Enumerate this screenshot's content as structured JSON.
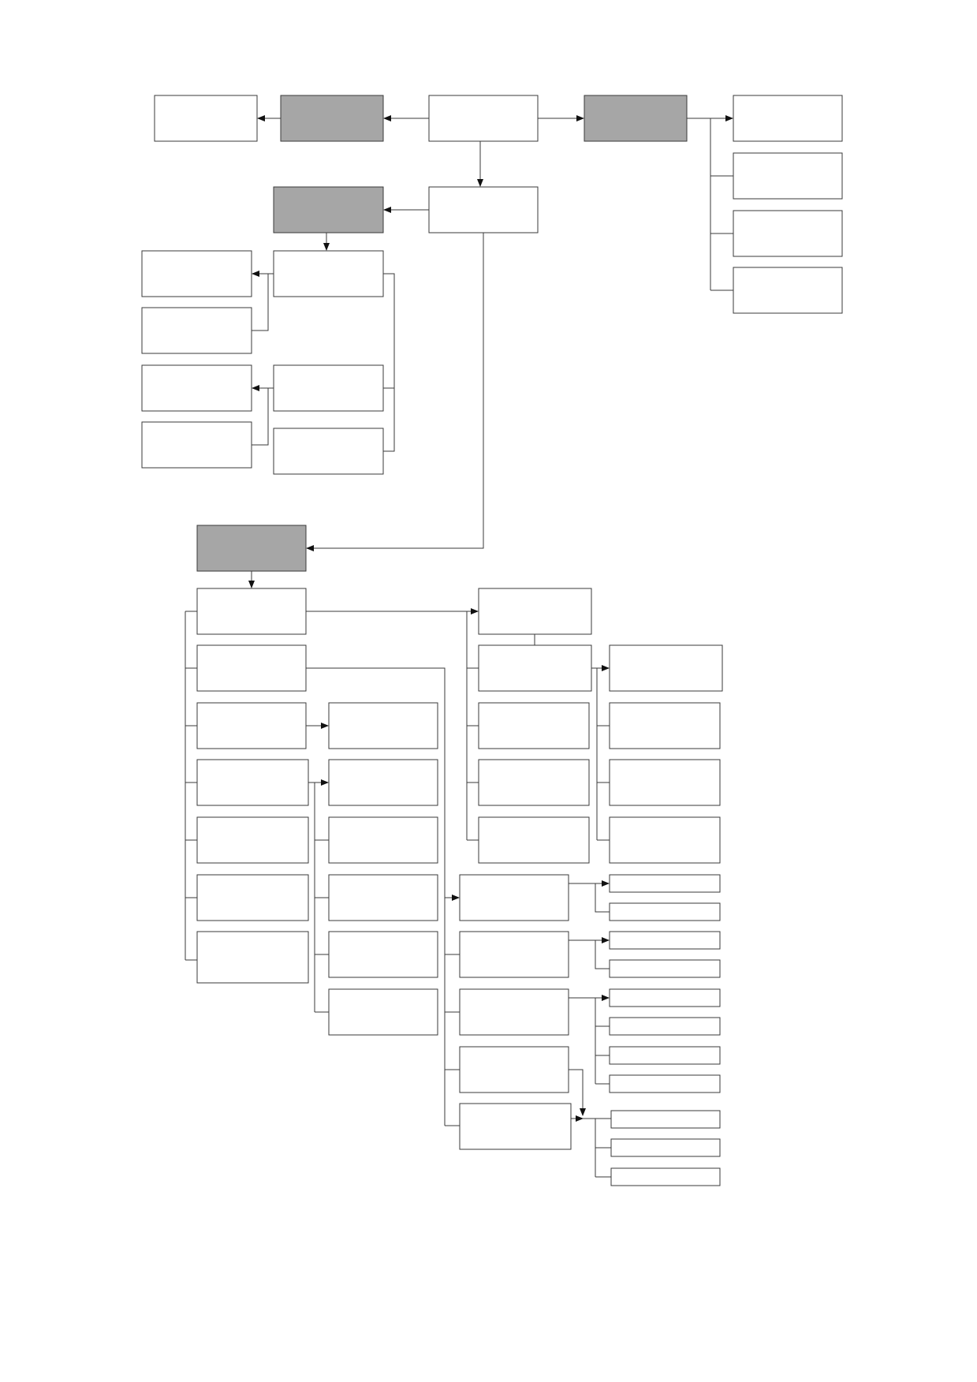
{
  "diagram": {
    "type": "flowchart",
    "colors": {
      "page_background": "#ffffff",
      "box_fill": "#ffffff",
      "shaded_box_fill": "#a6a6a6",
      "line": "#3a3a3a",
      "arrowhead": "#111111"
    },
    "shaded_box_count": 4,
    "box_count": 60,
    "box_labels": "none visible"
  }
}
